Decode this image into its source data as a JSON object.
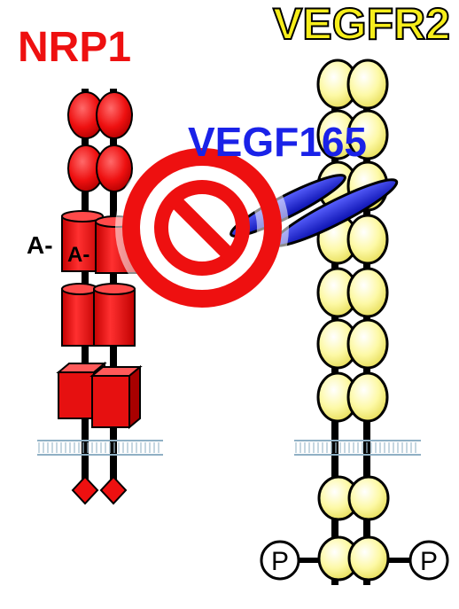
{
  "labels": {
    "nrp1": "NRP1",
    "vegfr2": "VEGFR2",
    "vegf": "VEGF165",
    "a_domain": "A-",
    "a_domain_2": "A-",
    "phospho_left": "P",
    "phospho_right": "P"
  },
  "colors": {
    "nrp1": "#ee1010",
    "vegfr2_fill": "#fdf9a6",
    "vegf": "#1a22e8",
    "vegfr2_title": "#f7ee1b",
    "prohibit": "#ee1010",
    "membrane": "#8fb0c4"
  },
  "icons": {
    "prohibition": "no-entry-icon"
  }
}
